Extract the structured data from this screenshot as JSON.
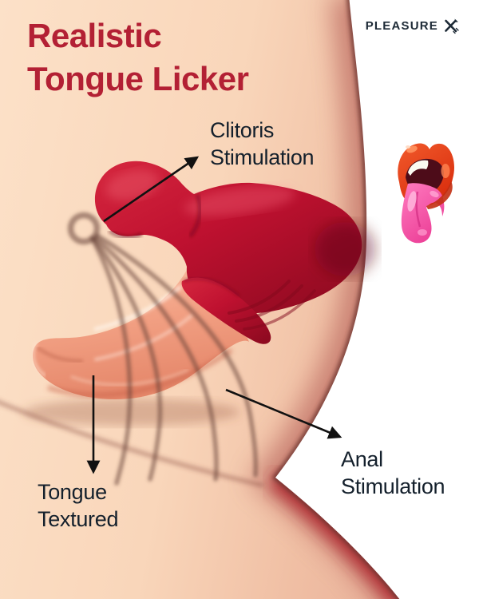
{
  "brand": {
    "name": "PLEASURE",
    "mark_icon": "x-sparkle-icon"
  },
  "title": {
    "line1": "Realistic",
    "line2": "Tongue Licker"
  },
  "callouts": {
    "clitoris": {
      "label": "Clitoris Stimulation"
    },
    "anal": {
      "label": "Anal Stimulation"
    },
    "tongue": {
      "label": "Tongue Textured"
    }
  },
  "illustration": {
    "product": "red-tongue-licker-vibrator",
    "mouth_icon": "open-mouth-tongue-out",
    "shadow": "ring-and-cords-shadow"
  },
  "colors": {
    "title_red": "#b32034",
    "label_dark": "#14202c",
    "product_red": "#bf1130",
    "product_shadow_red": "#7e0a1c",
    "tongue_flesh": "#f0a184",
    "background_peach": "#fcdfc5",
    "background_mauve": "#c5796d",
    "body_edge_maroon": "#6d342e",
    "panel_white": "#ffffff",
    "lips_orange": "#e8431c",
    "mouth_pink": "#f054a4",
    "logo_navy": "#1d2a36",
    "arrow_black": "#111111"
  }
}
